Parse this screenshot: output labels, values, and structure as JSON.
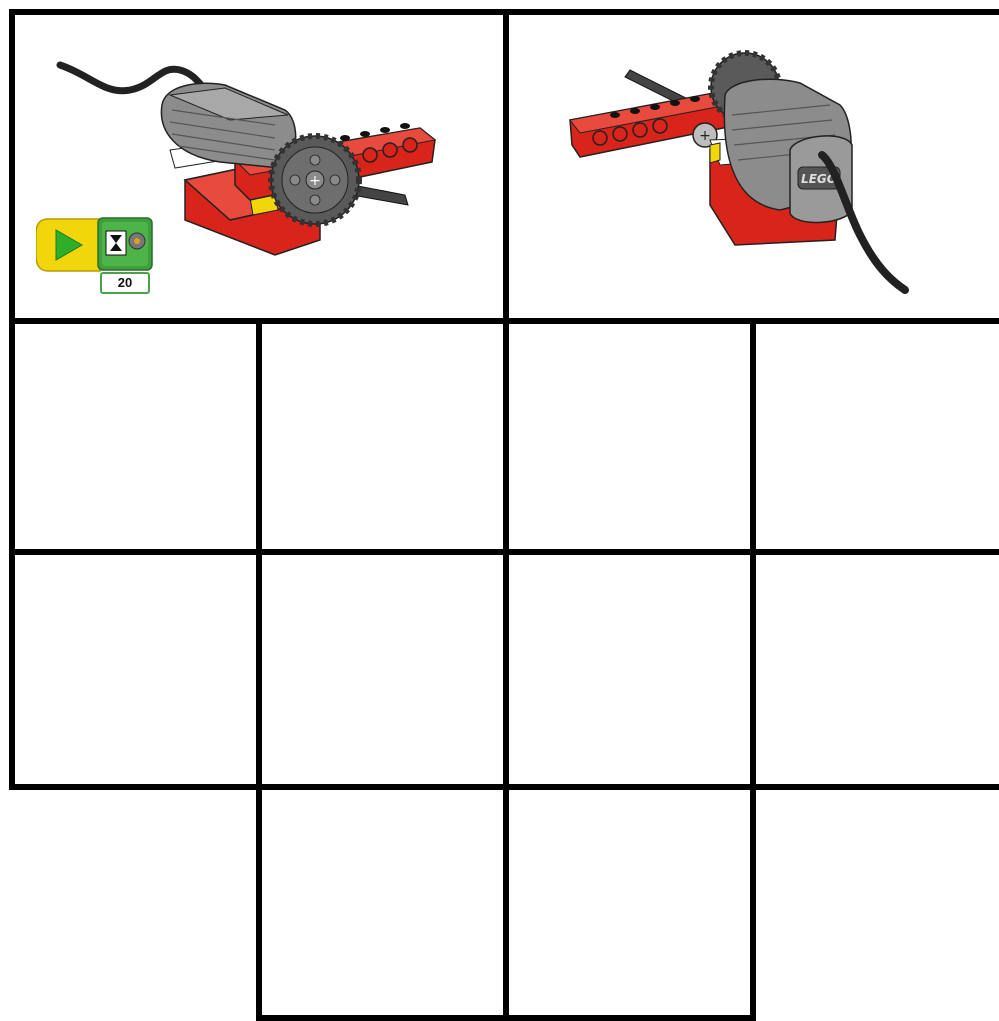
{
  "page": {
    "background": "#ffffff",
    "line_color": "#000000"
  },
  "program": {
    "start_block": {
      "icon": "play-triangle-icon",
      "color": "#f2d60c"
    },
    "wait_block": {
      "icon": "hourglass-icon",
      "color": "#3f9f3c",
      "value": "20"
    }
  },
  "illustrations": [
    {
      "name": "lego-motor-gear-assembly-front",
      "colors": {
        "brick": "#d9241b",
        "motor": "#8c8c8c",
        "gear": "#5a5a5a"
      }
    },
    {
      "name": "lego-motor-gear-assembly-back",
      "colors": {
        "brick": "#d9241b",
        "motor": "#8c8c8c",
        "gear": "#5a5a5a"
      },
      "logo_text": "LEGO"
    }
  ]
}
